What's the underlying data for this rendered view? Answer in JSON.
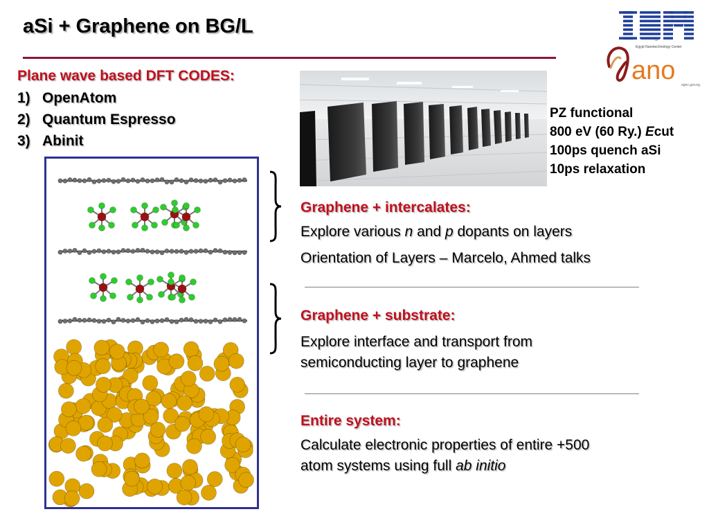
{
  "slide": {
    "title": "aSi + Graphene on BG/L"
  },
  "logos": {
    "ibm": "IBM",
    "nano_center": "Egypt Nanotechnology Center",
    "nano_word": "ano",
    "nano_url": "egnc.gov.eg"
  },
  "codes": {
    "heading": "Plane wave based DFT CODES:",
    "items": [
      {
        "num": "1)",
        "label": "OpenAtom"
      },
      {
        "num": "2)",
        "label": "Quantum Espresso"
      },
      {
        "num": "3)",
        "label": "Abinit"
      }
    ]
  },
  "settings": {
    "line1": "PZ functional",
    "line2_pre": "800 eV (60 Ry.) ",
    "line2_e": "E",
    "line2_post": "cut",
    "line3": "100ps quench aSi",
    "line4": "10ps relaxation"
  },
  "sections": {
    "intercalates": {
      "heading": "Graphene + intercalates:",
      "line1_pre": "Explore various ",
      "line1_n": "n",
      "line1_mid": " and ",
      "line1_p": "p",
      "line1_post": " dopants on layers",
      "line2": "Orientation of Layers – Marcelo, Ahmed talks"
    },
    "substrate": {
      "heading": "Graphene + substrate:",
      "line1": "Explore interface and transport from",
      "line2": "semiconducting layer to graphene"
    },
    "entire": {
      "heading": "Entire system:",
      "line1": "Calculate electronic properties of entire +500",
      "line2_pre": "atom systems using full ",
      "line2_it": "ab initio"
    }
  },
  "colors": {
    "accent_red": "#c0101e",
    "title_rule": "#8a1538",
    "frame_blue": "#2e3192",
    "ibm_blue": "#1f3f99",
    "carbon": "#6e6e6e",
    "fluorine": "#2ecc2e",
    "dopant": "#9b1010",
    "silicon": "#e0a400"
  },
  "icons": [
    "supercomputer-photo",
    "atomistic-structure-image",
    "curly-brace"
  ]
}
